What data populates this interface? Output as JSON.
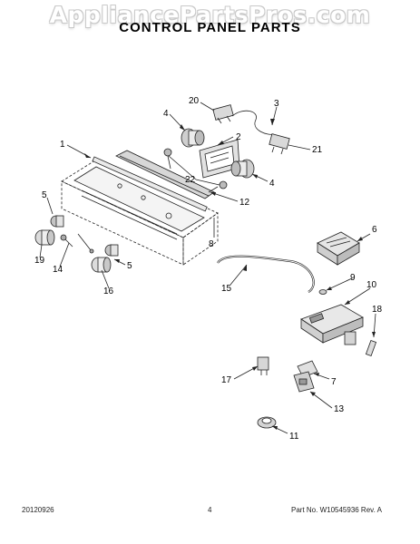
{
  "watermark": "AppliancePartsPros.com",
  "title": "CONTROL PANEL PARTS",
  "callouts": {
    "c1": "1",
    "c2": "2",
    "c3": "3",
    "c4a": "4",
    "c4b": "4",
    "c5a": "5",
    "c5b": "5",
    "c6": "6",
    "c7": "7",
    "c8": "8",
    "c9": "9",
    "c10": "10",
    "c11": "11",
    "c12": "12",
    "c13": "13",
    "c14": "14",
    "c15": "15",
    "c16": "16",
    "c17": "17",
    "c18": "18",
    "c19": "19",
    "c20": "20",
    "c21": "21",
    "c22": "22"
  },
  "footer": {
    "date": "20120926",
    "page": "4",
    "part": "Part No. W10545936  Rev. A"
  }
}
